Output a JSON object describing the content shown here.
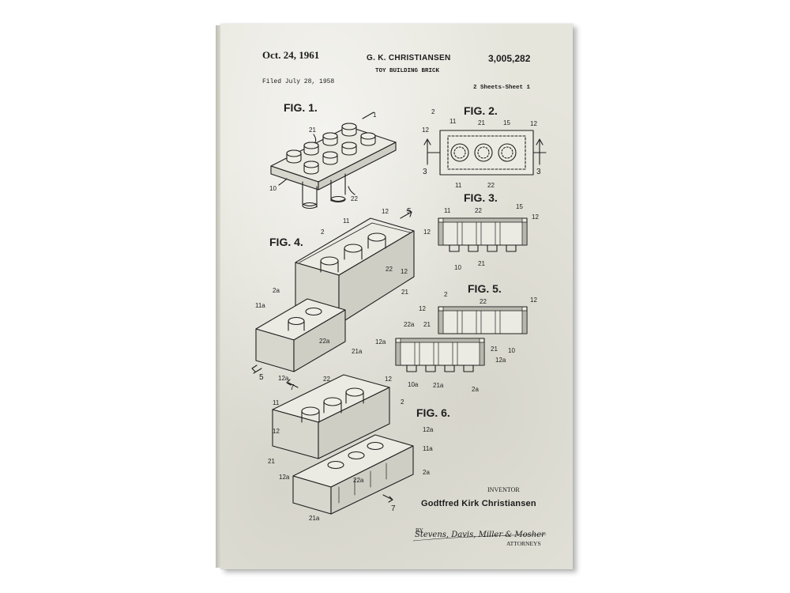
{
  "header": {
    "date": "Oct. 24, 1961",
    "inventor_header": "G. K. CHRISTIANSEN",
    "patent_number": "3,005,282",
    "title": "TOY BUILDING BRICK",
    "filed": "Filed July 28, 1958",
    "sheets": "2 Sheets-Sheet 1"
  },
  "figures": {
    "fig1": "FIG. 1.",
    "fig2": "FIG. 2.",
    "fig3": "FIG. 3.",
    "fig4": "FIG. 4.",
    "fig5": "FIG. 5.",
    "fig6": "FIG. 6."
  },
  "footer": {
    "inventor_label": "INVENTOR",
    "inventor_name": "Godtfred Kirk Christiansen",
    "by_label": "BY",
    "signature": "Stevens, Davis, Miller & Mosher",
    "attorneys_label": "ATTORNEYS"
  },
  "colors": {
    "paper": "#e6e5dc",
    "ink": "#1e1e1e"
  }
}
